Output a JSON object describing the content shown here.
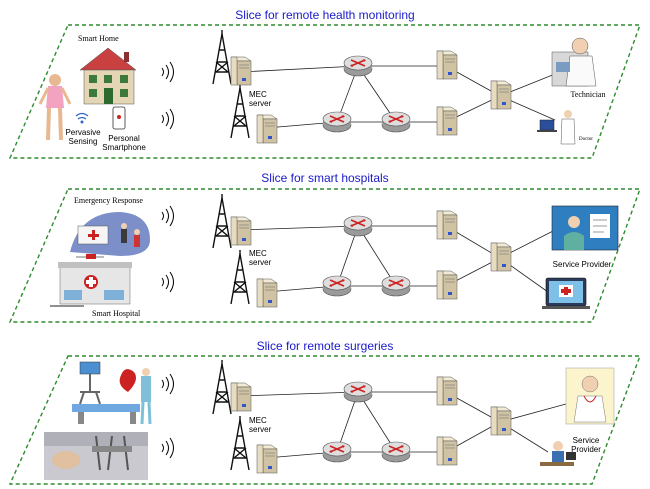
{
  "slices": [
    {
      "title": "Slice for remote health monitoring",
      "left_labels": [
        "Smart Home",
        "Pervasive",
        "Sensing",
        "Personal",
        "Smartphone"
      ],
      "mec_label": [
        "MEC",
        "server"
      ],
      "right_labels": [
        "Technician",
        "Doctor"
      ]
    },
    {
      "title": "Slice for smart hospitals",
      "left_labels": [
        "Emergency Response",
        "Smart Hospital"
      ],
      "mec_label": [
        "MEC",
        "server"
      ],
      "right_labels": [
        "Service Provider"
      ]
    },
    {
      "title": "Slice for remote surgeries",
      "left_labels": [],
      "mec_label": [
        "MEC",
        "server"
      ],
      "right_labels": [
        "Service",
        "Provider"
      ]
    }
  ],
  "colors": {
    "title": "#1a1acc",
    "slice_border": "#2e8b2e",
    "router_arrow": "#cc2222",
    "server": "#e8dcc0"
  }
}
